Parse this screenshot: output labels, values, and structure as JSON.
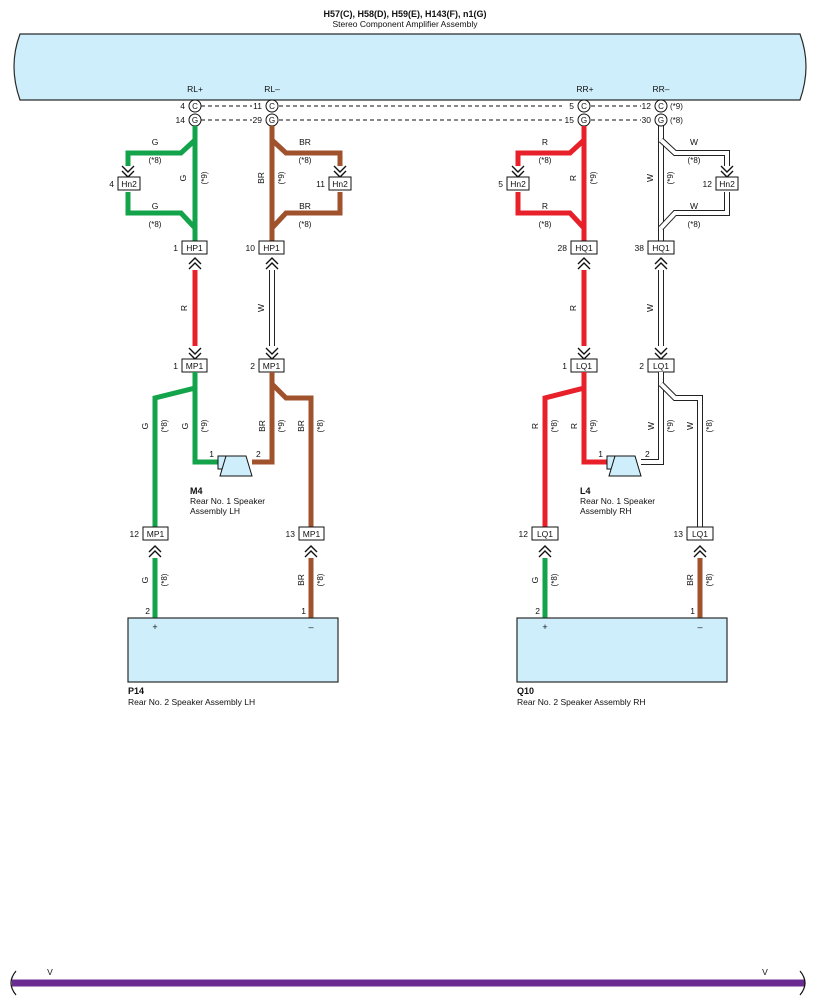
{
  "colors": {
    "box_fill": "#cdeefa",
    "wire_green": "#13a34b",
    "wire_red": "#e8202a",
    "wire_brown": "#a0522d",
    "wire_white": "#ffffff",
    "power_bus": "#6b2c91"
  },
  "amplifier": {
    "codes": "H57(C), H58(D), H59(E), H143(F), n1(G)",
    "name": "Stereo Component Amplifier Assembly",
    "terminals": {
      "rl_plus": "RL+",
      "rl_minus": "RL–",
      "rr_plus": "RR+",
      "rr_minus": "RR–"
    },
    "circle_c": "C",
    "circle_g": "G",
    "pins": {
      "rlp_c": "4",
      "rlp_g": "14",
      "rlm_c": "11",
      "rlm_g": "29",
      "rrp_c": "5",
      "rrp_g": "15",
      "rrm_c": "12",
      "rrm_g": "30"
    },
    "note_9": "(*9)",
    "note_8": "(*8)"
  },
  "wire_labels": {
    "g": "G",
    "r": "R",
    "br": "BR",
    "w": "W",
    "n8": "(*8)",
    "n9": "(*9)"
  },
  "connectors": {
    "hn2": "Hn2",
    "hp1": "HP1",
    "hq1": "HQ1",
    "mp1": "MP1",
    "lq1": "LQ1"
  },
  "pins": {
    "hn2_rlp": "4",
    "hn2_rlm": "11",
    "hn2_rrp": "5",
    "hn2_rrm": "12",
    "hp1_a": "1",
    "hp1_b": "10",
    "hq1_a": "28",
    "hq1_b": "38",
    "mp1_a": "1",
    "mp1_b": "2",
    "mp1_c": "12",
    "mp1_d": "13",
    "lq1_a": "1",
    "lq1_b": "2",
    "lq1_c": "12",
    "lq1_d": "13",
    "spk_1": "1",
    "spk_2": "2",
    "p14_plus_pin": "2",
    "p14_minus_pin": "1",
    "q10_plus_pin": "2",
    "q10_minus_pin": "1"
  },
  "components": {
    "m4": {
      "code": "M4",
      "name_line1": "Rear No. 1 Speaker",
      "name_line2": "Assembly LH"
    },
    "l4": {
      "code": "L4",
      "name_line1": "Rear No. 1 Speaker",
      "name_line2": "Assembly RH"
    },
    "p14": {
      "code": "P14",
      "name": "Rear No. 2 Speaker Assembly LH",
      "plus": "+",
      "minus": "–"
    },
    "q10": {
      "code": "Q10",
      "name": "Rear No. 2 Speaker Assembly RH",
      "plus": "+",
      "minus": "–"
    }
  },
  "bus": {
    "left_label": "V",
    "right_label": "V"
  }
}
